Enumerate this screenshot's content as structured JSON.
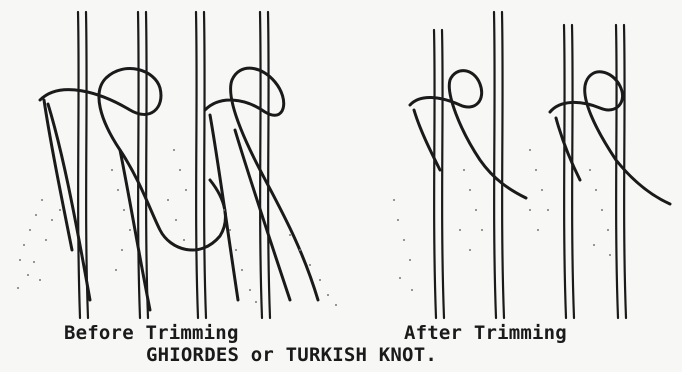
{
  "panels": {
    "before": {
      "label": "Before Trimming"
    },
    "after": {
      "label": "After Trimming"
    }
  },
  "title": "GHIORDES or TURKISH KNOT.",
  "colors": {
    "ink": "#1a1a1a",
    "paper": "#f7f7f5",
    "stipple": "#777777"
  }
}
